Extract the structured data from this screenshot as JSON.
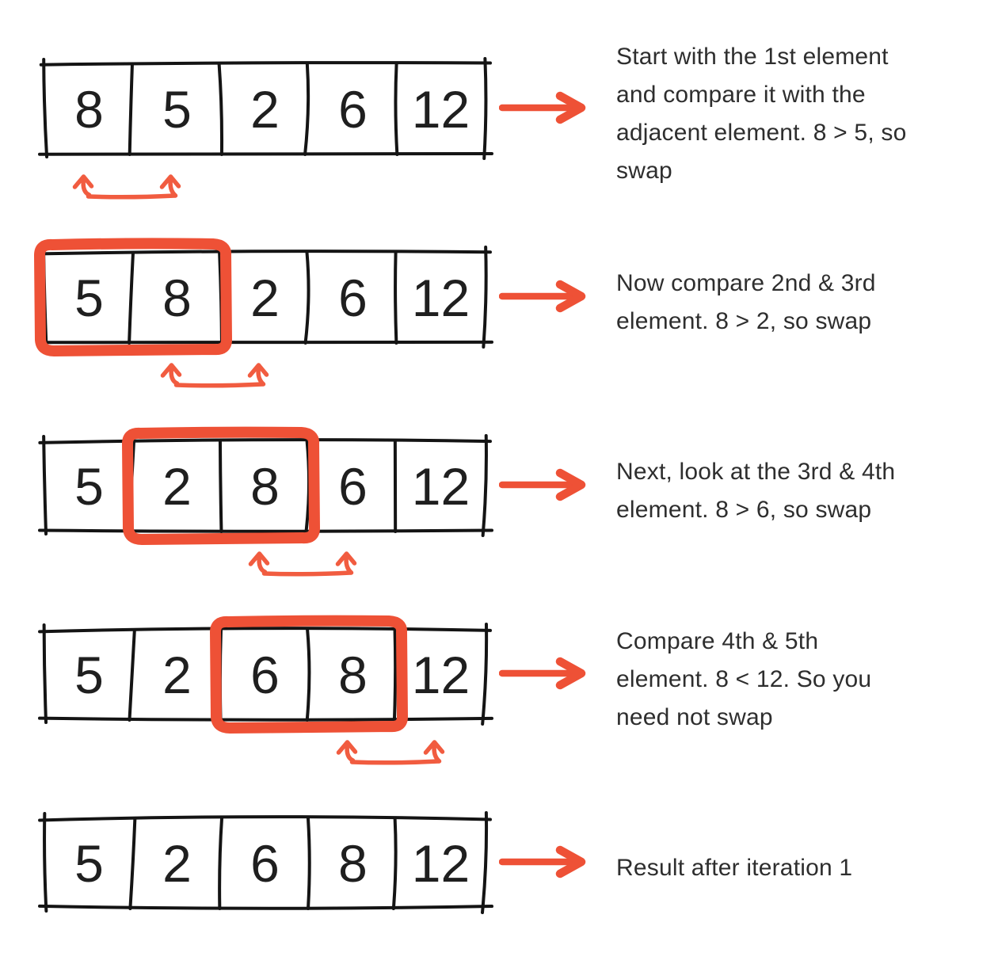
{
  "colors": {
    "accent": "#ee5136",
    "swap_arrow": "#f15c40",
    "ink": "#141414",
    "number_ink": "#1f1f1f",
    "caption_ink": "#2e2e2e"
  },
  "rows": [
    {
      "values": [
        8,
        5,
        2,
        6,
        12
      ],
      "highlight_cells": null,
      "swap_under_cells": [
        0,
        1
      ],
      "caption_lines": [
        "Start with the 1st element",
        "and compare it with the",
        "adjacent element. 8 > 5, so",
        "swap"
      ]
    },
    {
      "values": [
        5,
        8,
        2,
        6,
        12
      ],
      "highlight_cells": [
        0,
        1
      ],
      "swap_under_cells": [
        1,
        2
      ],
      "caption_lines": [
        "Now compare 2nd & 3rd",
        "element. 8 > 2, so swap"
      ]
    },
    {
      "values": [
        5,
        2,
        8,
        6,
        12
      ],
      "highlight_cells": [
        1,
        2
      ],
      "swap_under_cells": [
        2,
        3
      ],
      "caption_lines": [
        "Next, look at the 3rd & 4th",
        "element. 8 > 6, so swap"
      ]
    },
    {
      "values": [
        5,
        2,
        6,
        8,
        12
      ],
      "highlight_cells": [
        2,
        3
      ],
      "swap_under_cells": [
        3,
        4
      ],
      "caption_lines": [
        "Compare 4th & 5th",
        "element. 8 < 12. So you",
        "need not swap"
      ]
    },
    {
      "values": [
        5,
        2,
        6,
        8,
        12
      ],
      "highlight_cells": null,
      "swap_under_cells": null,
      "caption_lines": [
        "Result after iteration 1"
      ]
    }
  ]
}
